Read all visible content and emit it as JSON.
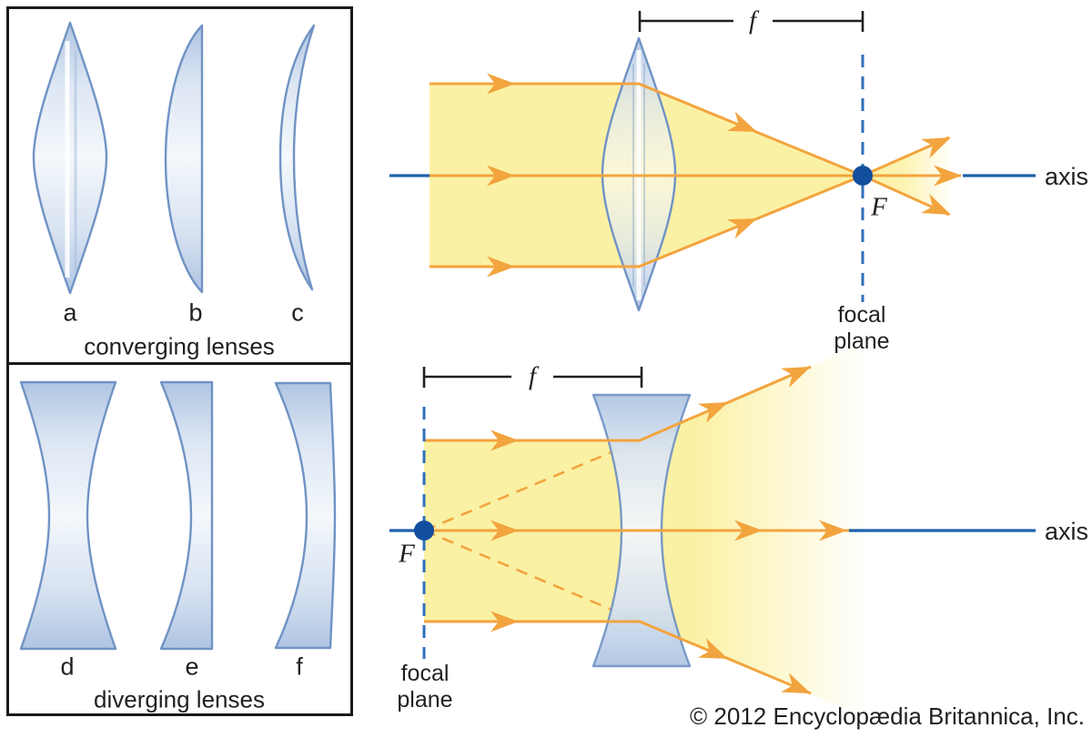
{
  "panels": {
    "converging": {
      "items": [
        "a",
        "b",
        "c"
      ],
      "caption": "converging lenses"
    },
    "diverging": {
      "items": [
        "d",
        "e",
        "f"
      ],
      "caption": "diverging lenses"
    }
  },
  "converging_diagram": {
    "focal_length_label": "f",
    "focal_point_label": "F",
    "axis_label": "axis",
    "focal_plane_label": "focal plane"
  },
  "diverging_diagram": {
    "focal_length_label": "f",
    "focal_point_label": "F",
    "axis_label": "axis",
    "focal_plane_label": "focal plane"
  },
  "copyright": "© 2012 Encyclopædia Britannica, Inc.",
  "colors": {
    "beam": "#FBF1A4",
    "ray": "#F2A43E",
    "axis_line": "#1D60AC",
    "focal_dash": "#2F6FBA",
    "focal_point": "#114E9D",
    "lens_stroke": "#7093C5",
    "box_border": "#1A1A1A",
    "text": "#231F20"
  }
}
